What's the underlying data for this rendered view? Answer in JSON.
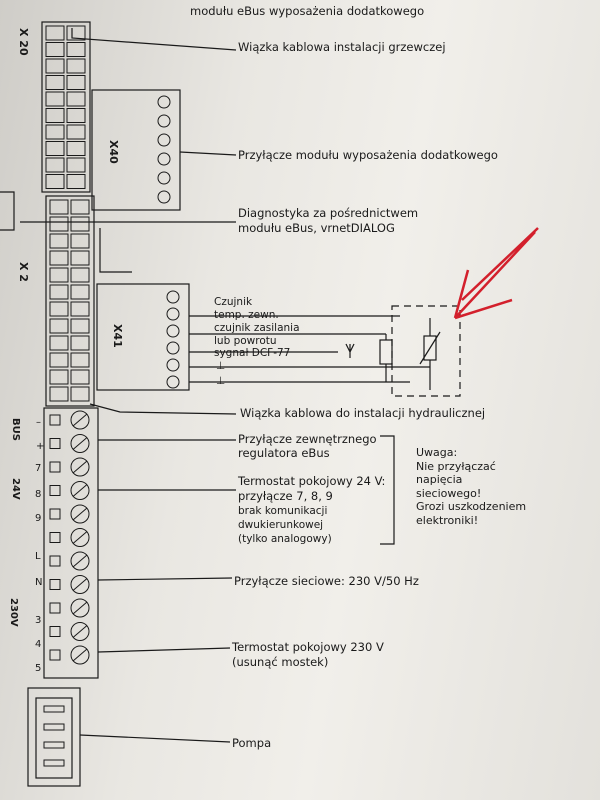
{
  "header": {
    "top_text": "modułu eBus wyposażenia dodatkowego"
  },
  "connectors": {
    "x20": "X 20",
    "x40": "X40",
    "x2": "X 2",
    "x41": "X41",
    "bus": "BUS",
    "v24": "24V",
    "v230": "230V"
  },
  "terminals": {
    "minus": "–",
    "plus": "+",
    "t7": "7",
    "t8": "8",
    "t9": "9",
    "l": "L",
    "n": "N",
    "t3": "3",
    "t4": "4",
    "t5": "5"
  },
  "labels": {
    "heating_harness": "Wiązka kablowa instalacji grzewczej",
    "module_connector": "Przyłącze modułu wyposażenia dodatkowego",
    "diag_line1": "Diagnostyka za pośrednictwem",
    "diag_line2": "modułu eBus, vrnetDIALOG",
    "sensor_line1": "Czujnik",
    "sensor_line2": "temp. zewn.",
    "sensor_line3": "czujnik zasilania",
    "sensor_line4": "lub powrotu",
    "sensor_line5": "sygnał DCF-77",
    "ground_symbol": "⊥",
    "hydraulic_harness": "Wiązka kablowa do instalacji hydraulicznej",
    "ext_ctrl_line1": "Przyłącze zewnętrznego",
    "ext_ctrl_line2": "regulatora eBus",
    "thermo24_line1": "Termostat pokojowy 24 V:",
    "thermo24_line2": "przyłącze 7, 8, 9",
    "thermo24_line3": "brak komunikacji",
    "thermo24_line4": "dwukierunkowej",
    "thermo24_line5": "(tylko analogowy)",
    "warning_text": "Uwaga:\nNie przyłączać\nnapięcia\nsieciowego!\nGrozi uszkodzeniem\nelektroniki!",
    "mains": "Przyłącze sieciowe: 230 V/50 Hz",
    "thermo230_line1": "Termostat pokojowy 230 V",
    "thermo230_line2": "(usunąć mostek)",
    "pump": "Pompa"
  },
  "colors": {
    "ink": "#1a1a1a",
    "annotation_arrow": "#d3202c"
  }
}
